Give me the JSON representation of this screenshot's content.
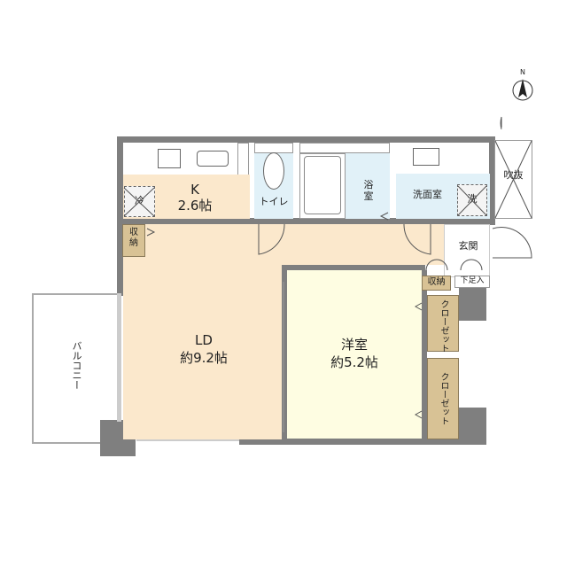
{
  "compass": {
    "label": "N"
  },
  "rooms": {
    "kitchen": {
      "name": "K",
      "size": "2.6帖"
    },
    "fridge": "冷",
    "toilet": "トイレ",
    "bath": "浴室",
    "washroom": "洗面室",
    "washer": "洗",
    "atrium": "吹抜",
    "storage_left": "収納",
    "entrance": "玄関",
    "storage_entrance": "収納",
    "shoe_box": "下足入",
    "ld": {
      "name": "LD",
      "size": "約9.2帖"
    },
    "western": {
      "name": "洋室",
      "size": "約5.2帖"
    },
    "closet1": "クローゼット",
    "closet2": "クローゼット",
    "balcony": "バルコニー"
  },
  "colors": {
    "wall": "#7f7f7f",
    "ld": "#fbe8cc",
    "wet_area": "#e1f1f8",
    "western": "#fefde2",
    "storage": "#d8c295"
  }
}
